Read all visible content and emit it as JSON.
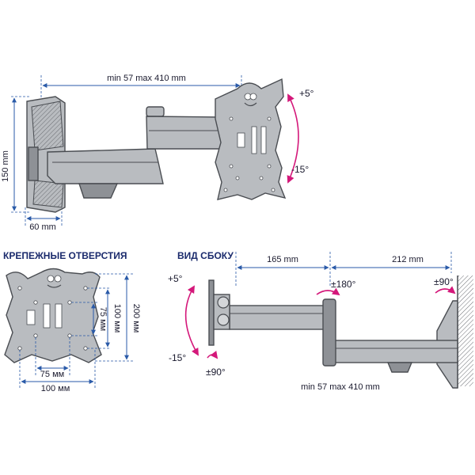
{
  "top_view": {
    "range_label": "min 57 max 410 mm",
    "height_label": "150 mm",
    "width_label": "60 mm",
    "tilt_up": "+5°",
    "tilt_down": "-15°"
  },
  "holes_view": {
    "heading": "КРЕПЕЖНЫЕ ОТВЕРСТИЯ",
    "h75": "75 мм",
    "h100": "100 мм",
    "w75": "75 мм",
    "w100": "100 мм",
    "v75": "75 мм",
    "v100": "100 мм",
    "v200": "200 мм"
  },
  "side_view": {
    "heading": "ВИД СБОКУ",
    "arm1_label": "165 mm",
    "arm2_label": "212 mm",
    "rot180": "±180°",
    "rot90_wall": "±90°",
    "rot90_head": "±90°",
    "tilt_up": "+5°",
    "tilt_down": "-15°",
    "range_label": "min 57 max 410 mm"
  },
  "colors": {
    "dimension": "#2a5aa8",
    "angle_arrow": "#d4187a",
    "metal": "#b9bcc0"
  }
}
